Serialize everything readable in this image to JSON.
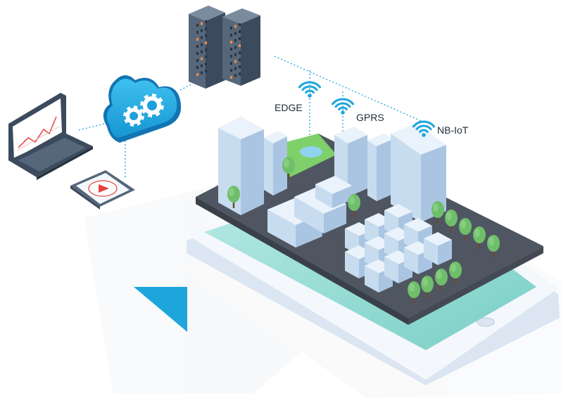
{
  "network_labels": {
    "edge": "EDGE",
    "gprs": "GPRS",
    "nbiot": "NB-IoT"
  },
  "icons": {
    "servers": "server-rack-icon",
    "cloud": "cloud-gears-icon",
    "laptop": "laptop-chart-icon",
    "tablet": "tablet-play-icon",
    "signal": "wifi-signal-icon",
    "city": "isometric-city-icon"
  },
  "colors": {
    "accent": "#1ea6dc",
    "server": "#3b4a5c",
    "road": "#4f5661",
    "building": "#dbe8f5",
    "tree": "#6fbf6a",
    "play": "#e5413d",
    "chart_line": "#e5413d"
  }
}
